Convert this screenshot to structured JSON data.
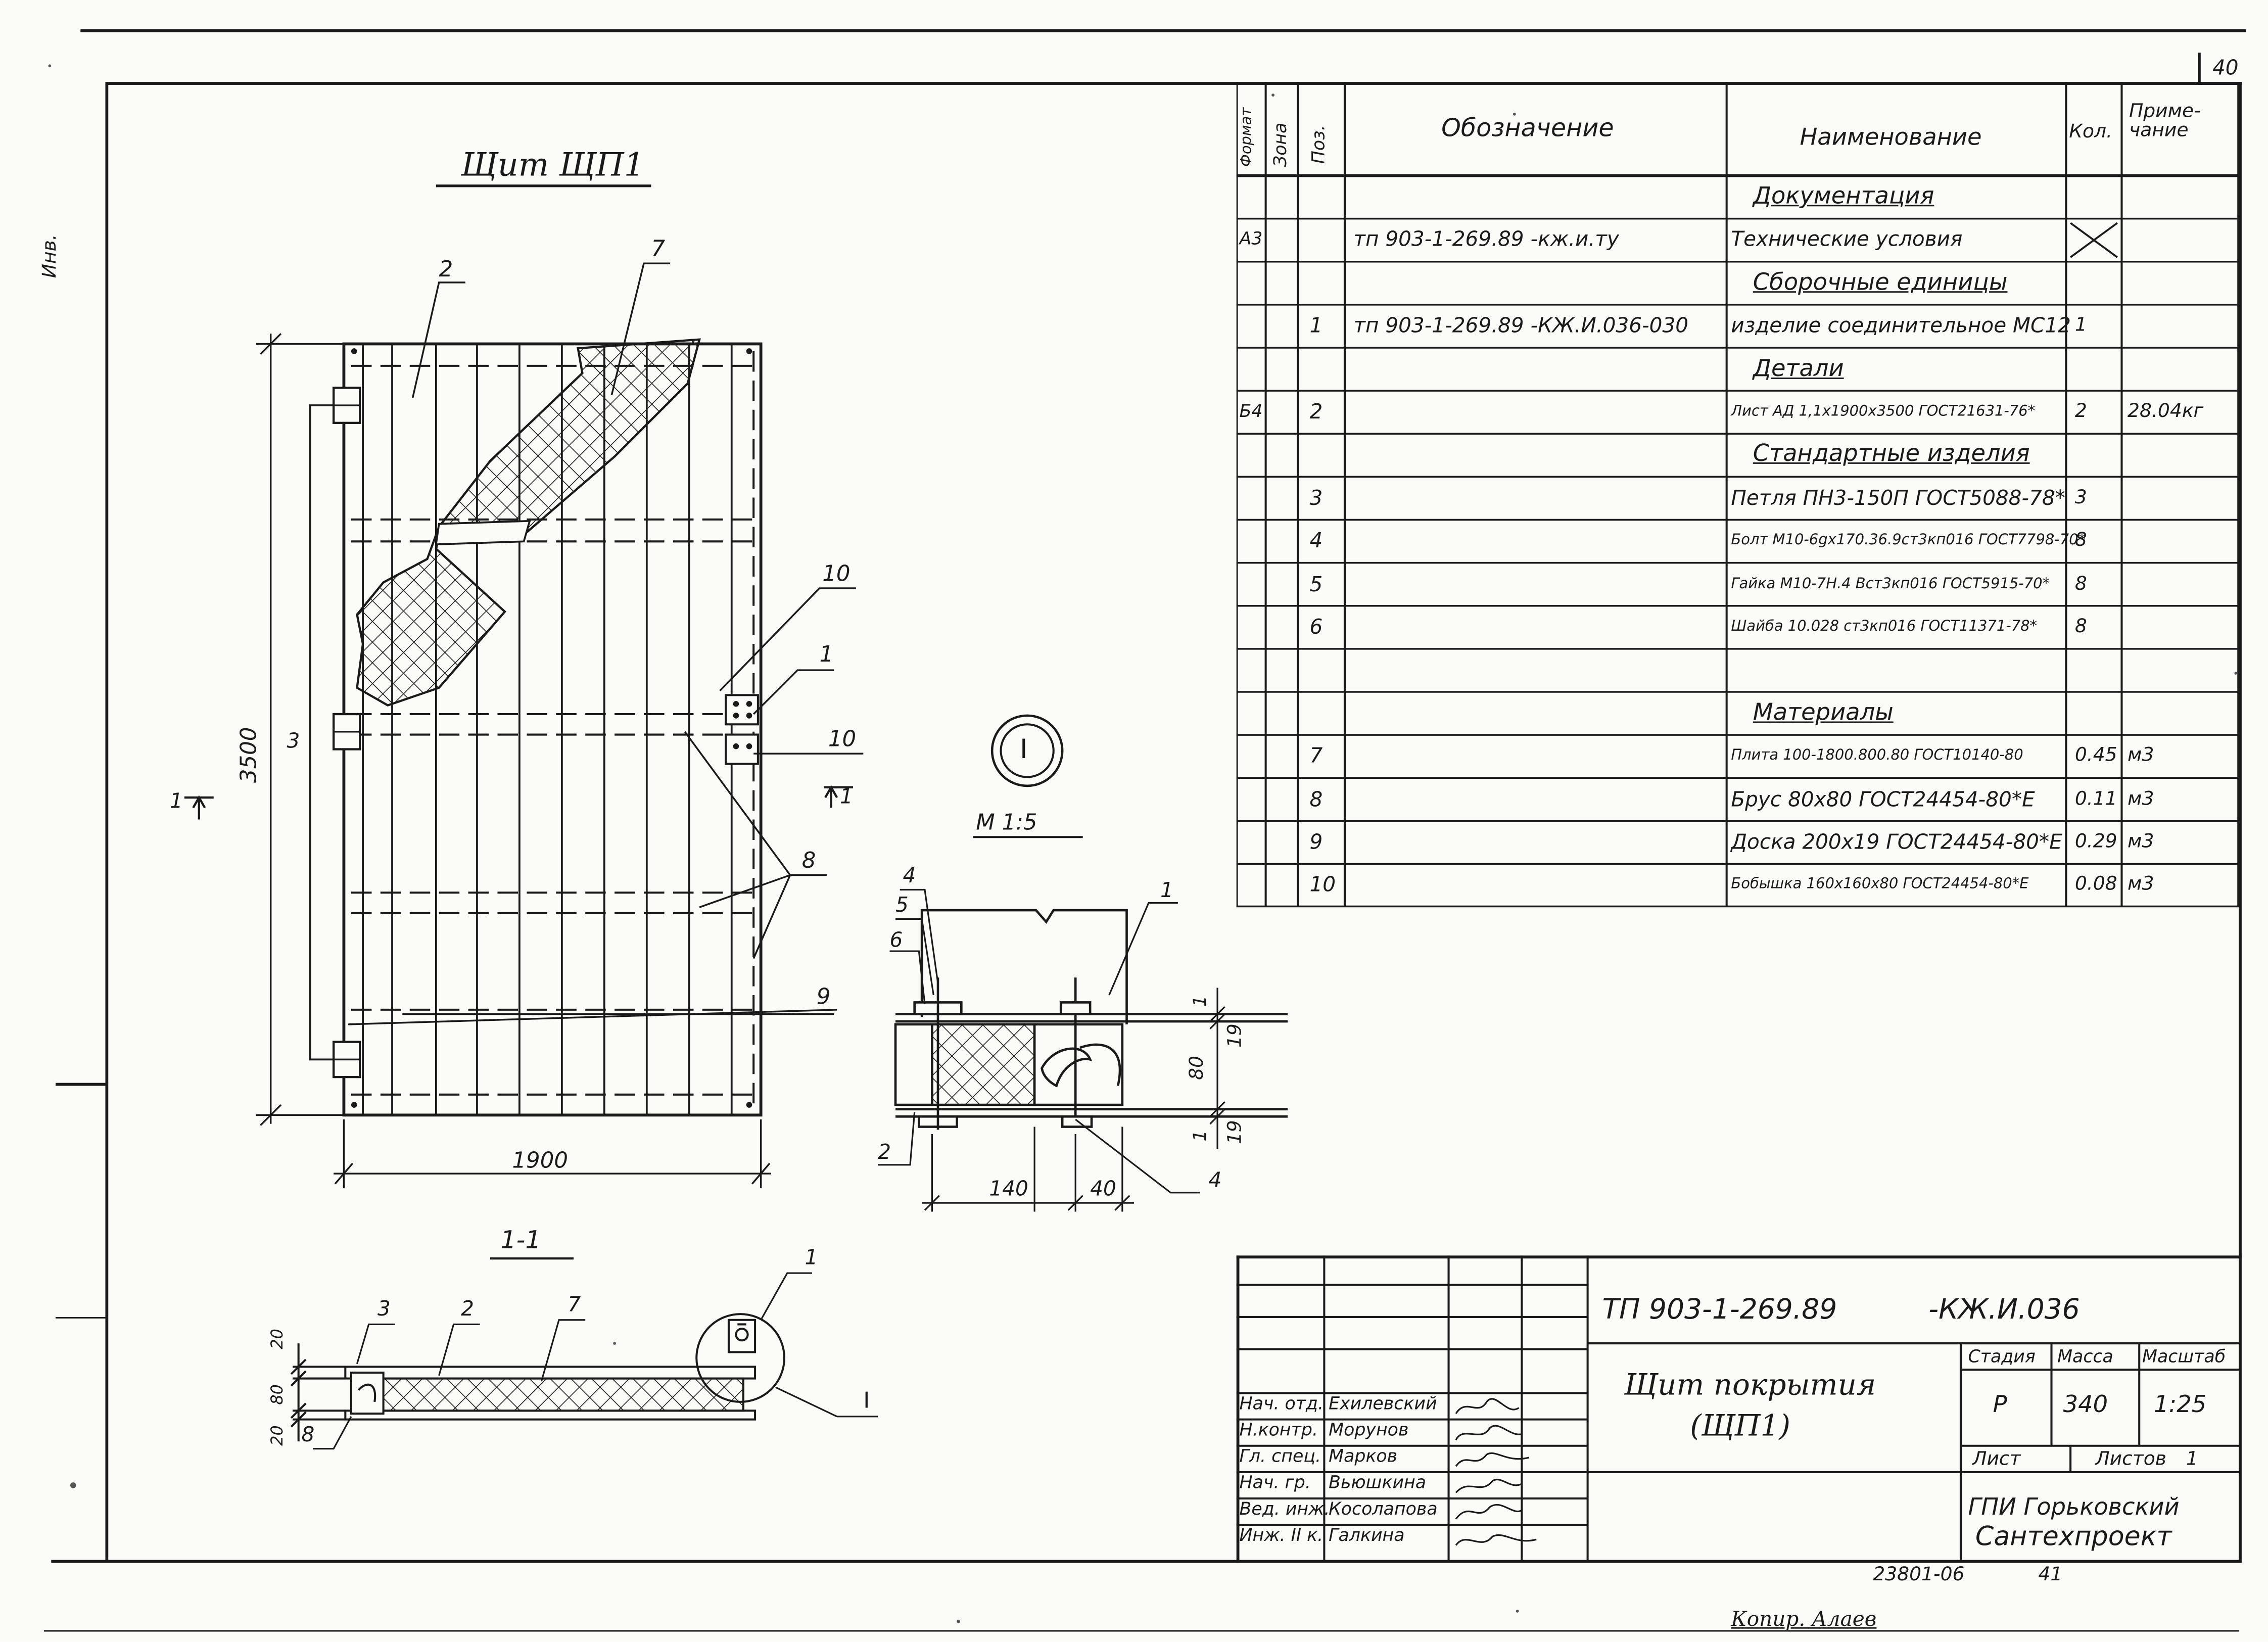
{
  "sheet": {
    "corner_number": "40",
    "side_label": "Инв.",
    "footer_archive": "23801-06",
    "footer_sheet": "41",
    "footer_copy": "Копир. Алаев"
  },
  "drawing": {
    "title": "Щит ЩП1",
    "section_title": "1-1",
    "detail_marker": "I",
    "detail_scale": "М 1:5",
    "dims": {
      "height": "3500",
      "width": "1900",
      "detail_140": "140",
      "detail_40": "40",
      "detail_19a": "19",
      "detail_80": "80",
      "detail_19b": "19",
      "detail_1a": "1",
      "detail_1b": "1",
      "sec_20a": "20",
      "sec_80": "80",
      "sec_20b": "20"
    },
    "callouts": {
      "c2": "2",
      "c7": "7",
      "c10a": "10",
      "c1": "1",
      "c10b": "10",
      "c8": "8",
      "c9": "9",
      "c3": "3",
      "section_mark_left": "1",
      "section_mark_right": "1",
      "d4a": "4",
      "d5": "5",
      "d6": "6",
      "d1": "1",
      "d2": "2",
      "d4b": "4",
      "s3": "3",
      "s2": "2",
      "s7": "7",
      "s1": "1",
      "s8": "8",
      "sI": "I"
    }
  },
  "spec": {
    "headers": {
      "format": "Формат",
      "zone": "Зона",
      "pos": "Поз.",
      "designation": "Обозначение",
      "name": "Наименование",
      "qty": "Кол.",
      "note": "Приме-\nчание"
    },
    "rows": [
      {
        "type": "section",
        "name": "Документация"
      },
      {
        "format": "А3",
        "zone": "",
        "pos": "",
        "designation": "тп 903-1-269.89 -кж.и.ту",
        "name": "Технические условия",
        "qty": "",
        "note": "",
        "qty_cross": true
      },
      {
        "type": "section",
        "name": "Сборочные единицы"
      },
      {
        "format": "",
        "zone": "",
        "pos": "1",
        "designation": "тп 903-1-269.89 -КЖ.И.036-030",
        "name": "изделие соединительное МС12",
        "qty": "1",
        "note": ""
      },
      {
        "type": "section",
        "name": "Детали"
      },
      {
        "format": "Б4",
        "zone": "",
        "pos": "2",
        "designation": "",
        "name": "Лист АД 1,1х1900х3500 ГОСТ21631-76*",
        "qty": "2",
        "note": "28.04кг"
      },
      {
        "type": "section",
        "name": "Стандартные изделия"
      },
      {
        "format": "",
        "zone": "",
        "pos": "3",
        "designation": "",
        "name": "Петля ПН3-150П ГОСТ5088-78*",
        "qty": "3",
        "note": ""
      },
      {
        "format": "",
        "zone": "",
        "pos": "4",
        "designation": "",
        "name": "Болт М10-6gх170.36.9ст3кп016 ГОСТ7798-70*",
        "qty": "8",
        "note": ""
      },
      {
        "format": "",
        "zone": "",
        "pos": "5",
        "designation": "",
        "name": "Гайка М10-7Н.4 Вст3кп016 ГОСТ5915-70*",
        "qty": "8",
        "note": ""
      },
      {
        "format": "",
        "zone": "",
        "pos": "6",
        "designation": "",
        "name": "Шайба 10.028 ст3кп016 ГОСТ11371-78*",
        "qty": "8",
        "note": ""
      },
      {
        "format": "",
        "zone": "",
        "pos": "",
        "designation": "",
        "name": "",
        "qty": "",
        "note": ""
      },
      {
        "type": "section",
        "name": "Материалы"
      },
      {
        "format": "",
        "zone": "",
        "pos": "7",
        "designation": "",
        "name": "Плита 100-1800.800.80 ГОСТ10140-80",
        "qty": "0.45",
        "note": "м3"
      },
      {
        "format": "",
        "zone": "",
        "pos": "8",
        "designation": "",
        "name": "Брус 80х80 ГОСТ24454-80*Е",
        "qty": "0.11",
        "note": "м3"
      },
      {
        "format": "",
        "zone": "",
        "pos": "9",
        "designation": "",
        "name": "Доска 200х19 ГОСТ24454-80*Е",
        "qty": "0.29",
        "note": "м3"
      },
      {
        "format": "",
        "zone": "",
        "pos": "10",
        "designation": "",
        "name": "Бобышка 160х160х80 ГОСТ24454-80*Е",
        "qty": "0.08",
        "note": "м3"
      }
    ]
  },
  "title_block": {
    "doc_code": "ТП 903-1-269.89",
    "doc_suffix": "-КЖ.И.036",
    "doc_name": "Щит покрытия",
    "doc_name2": "(ЩП1)",
    "stage_label": "Стадия",
    "mass_label": "Масса",
    "scale_label": "Масштаб",
    "stage": "Р",
    "mass": "340",
    "scale": "1:25",
    "sheet_label": "Лист",
    "sheets_label": "Листов",
    "sheets_count": "1",
    "org1": "ГПИ Горьковский",
    "org2": "Сантехпроект",
    "signers": [
      {
        "role": "Нач. отд.",
        "name": "Ехилевский"
      },
      {
        "role": "Н.контр.",
        "name": "Морунов"
      },
      {
        "role": "Гл. спец.",
        "name": "Марков"
      },
      {
        "role": "Нач. гр.",
        "name": "Вьюшкина"
      },
      {
        "role": "Вед. инж.",
        "name": "Косолапова"
      },
      {
        "role": "Инж. II к.",
        "name": "Галкина"
      }
    ]
  }
}
